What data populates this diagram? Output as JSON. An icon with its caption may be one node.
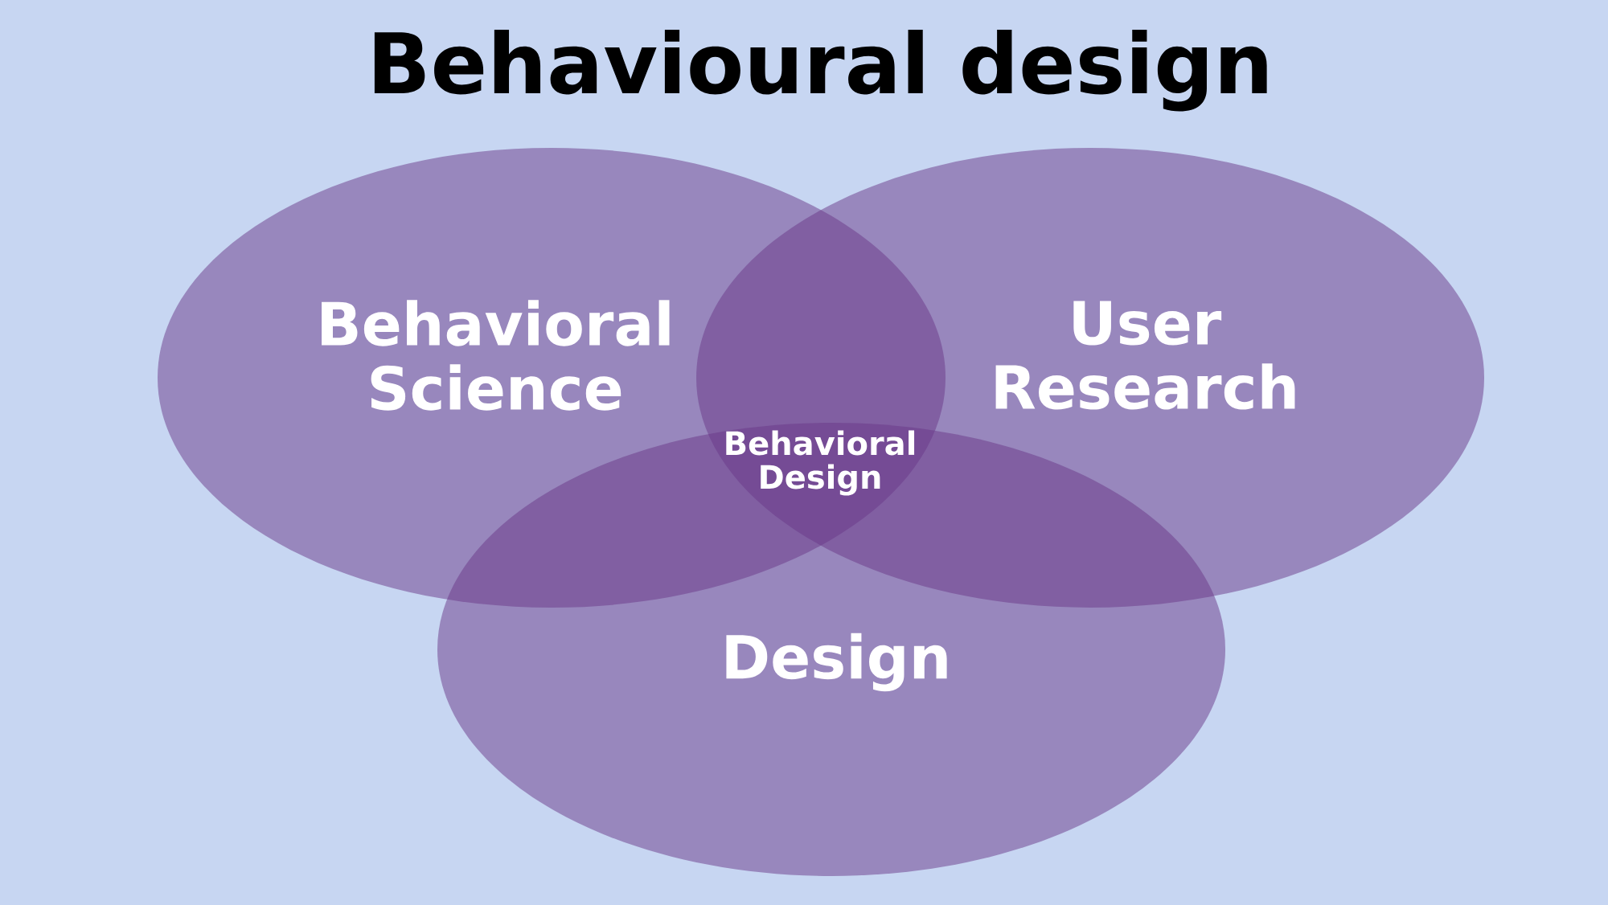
{
  "diagram": {
    "title": "Behavioural design",
    "nodes": [
      {
        "text": [
          "Behavioral Science"
        ]
      },
      {
        "text": [
          "User Research"
        ]
      },
      {
        "text": [
          "Design"
        ]
      }
    ],
    "labels": [
      "Behavioral Design"
    ]
  }
}
